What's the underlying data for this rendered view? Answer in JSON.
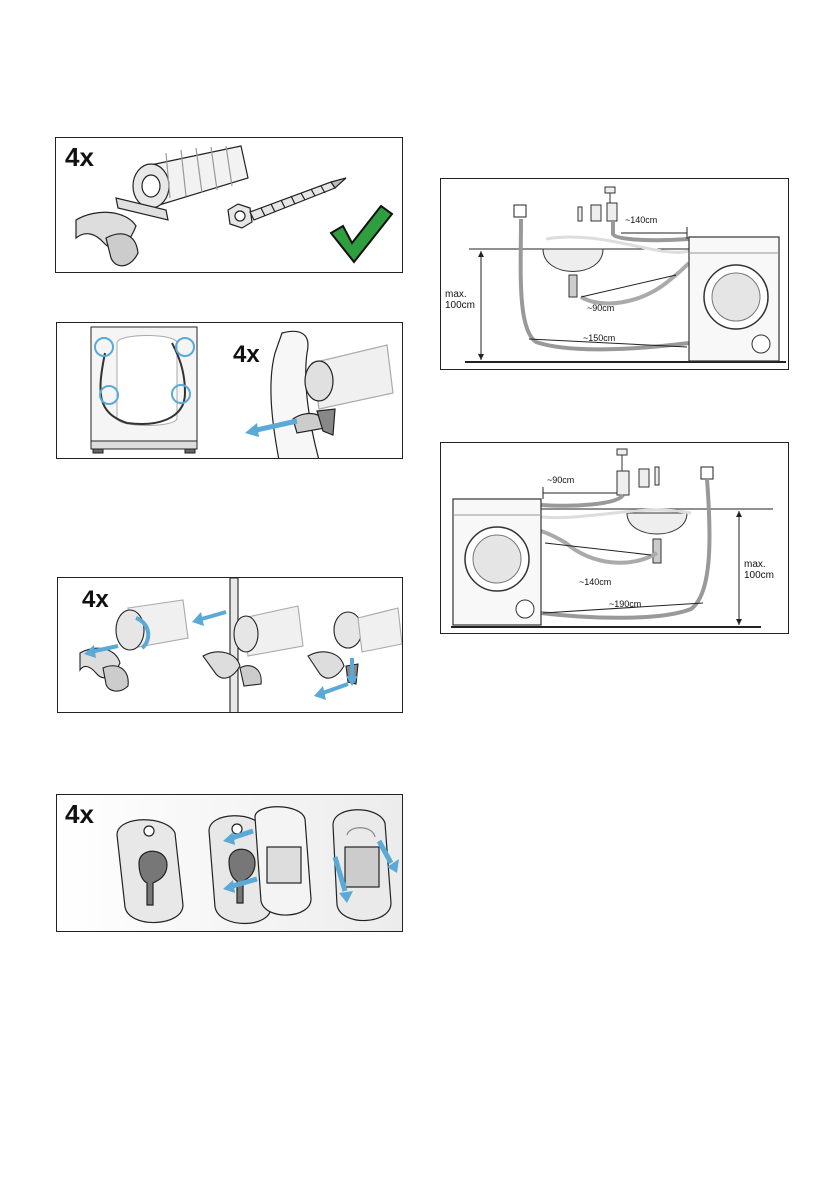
{
  "panels": {
    "remove_bolts": {
      "count": "4x",
      "check": "checkmark-icon"
    },
    "insert_covers": {
      "count": "4x"
    },
    "release_clips": {
      "count": "4x"
    },
    "cover_plates": {
      "count": "4x"
    },
    "setup_left": {
      "dim_tap": "~140cm",
      "dim_sink": "~90cm",
      "dim_floor": "~150cm",
      "max_height": "max. 100cm"
    },
    "setup_right": {
      "dim_tap": "~90cm",
      "dim_sink": "~140cm",
      "dim_floor": "~190cm",
      "max_height": "max. 100cm"
    }
  },
  "colors": {
    "accent": "#5aa9d6",
    "check": "#2f9e3f",
    "line": "#222222",
    "fill": "#e8e8e8"
  }
}
